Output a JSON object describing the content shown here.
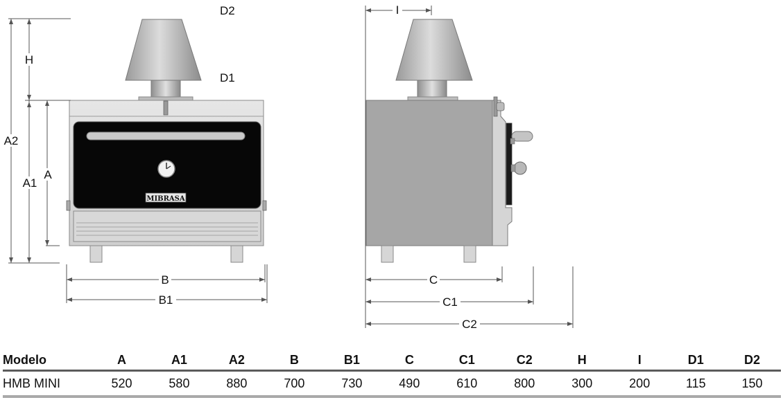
{
  "labels": {
    "front": {
      "H": "H",
      "A2": "A2",
      "A1": "A1",
      "A": "A",
      "B": "B",
      "B1": "B1",
      "D1": "D1",
      "D2": "D2"
    },
    "side": {
      "I": "I",
      "C": "C",
      "C1": "C1",
      "C2": "C2"
    }
  },
  "brand": "MIBRASA",
  "table": {
    "headers": [
      "Modelo",
      "A",
      "A1",
      "A2",
      "B",
      "B1",
      "C",
      "C1",
      "C2",
      "H",
      "I",
      "D1",
      "D2"
    ],
    "rows": [
      [
        "HMB MINI",
        "520",
        "580",
        "880",
        "700",
        "730",
        "490",
        "610",
        "800",
        "300",
        "200",
        "115",
        "150"
      ]
    ]
  },
  "colors": {
    "oven_body": "#d9d9d9",
    "oven_side": "#a6a6a6",
    "door": "#070707",
    "chimney": "#bdbdbd",
    "dim_line": "#555555"
  }
}
